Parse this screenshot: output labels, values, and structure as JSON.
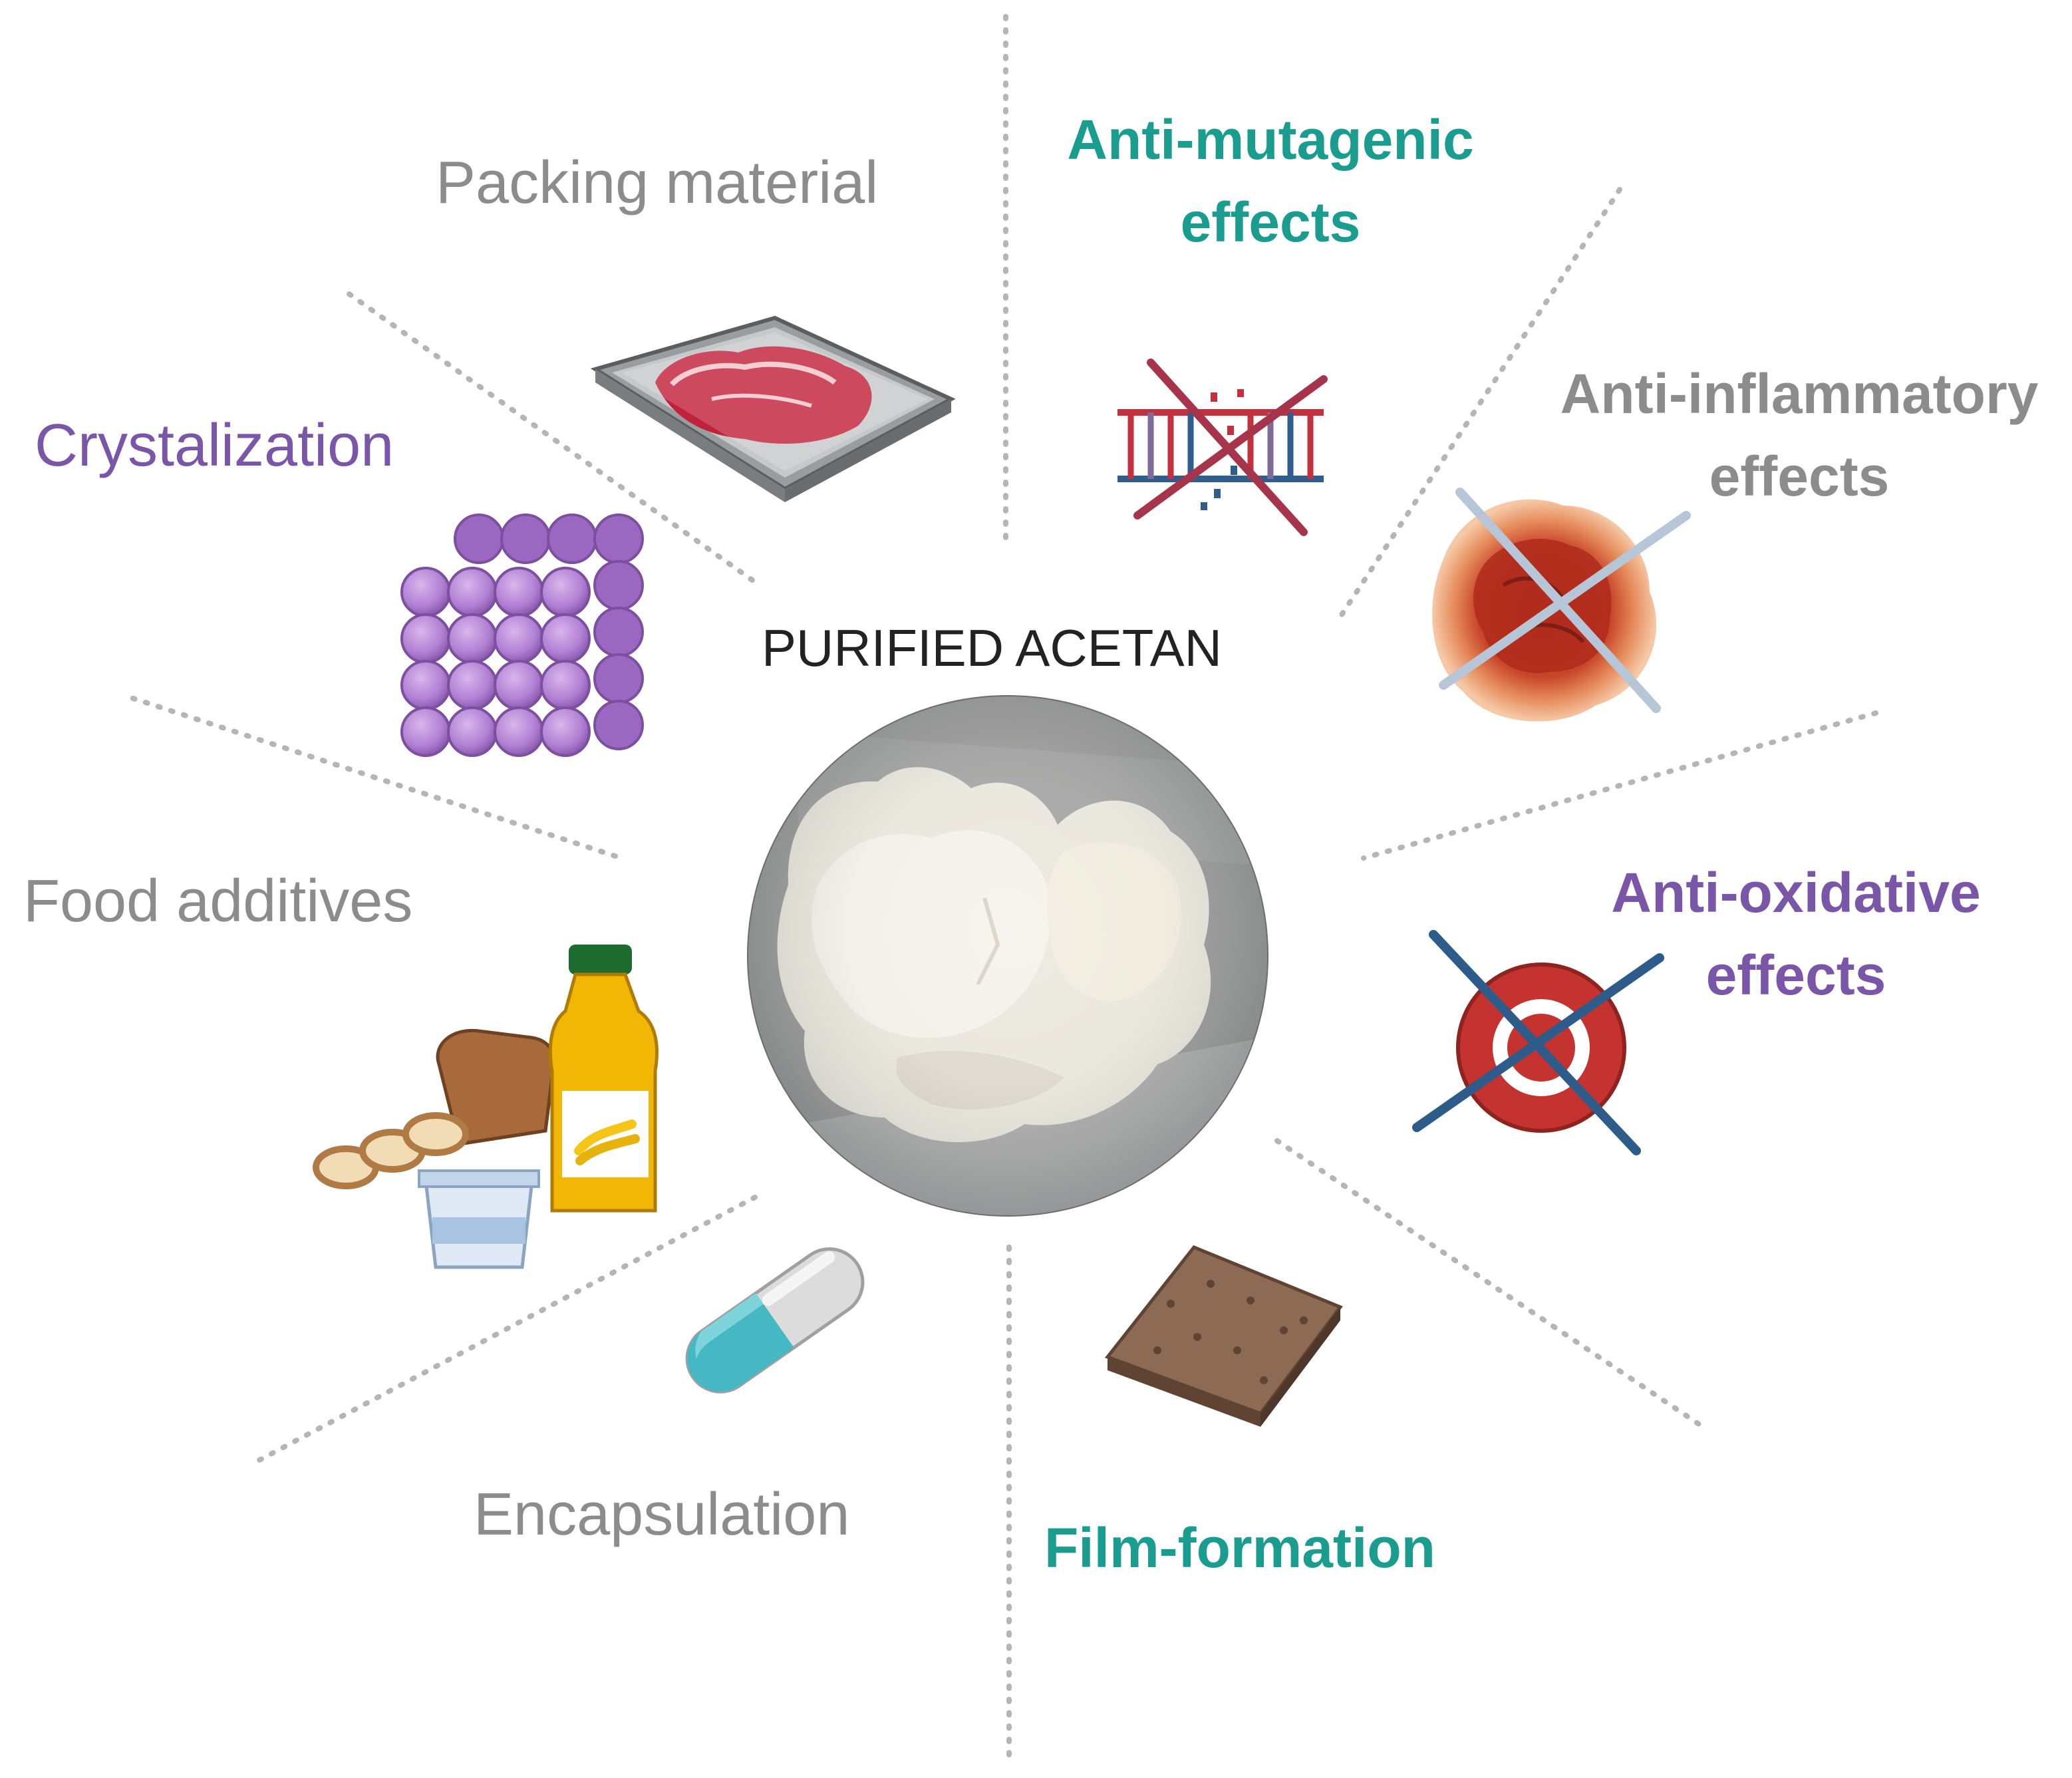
{
  "center": {
    "title": "PURIFIED ACETAN",
    "photo_icon": "acetan-photo"
  },
  "colors": {
    "teal": "#1a9c8e",
    "purple": "#7a56a8",
    "gray": "#8c8c8c",
    "divider": "#b5b5b5",
    "cross_red": "#a6344a",
    "cross_light": "#b7c6d6",
    "cross_blue": "#2d5c8a"
  },
  "applications": {
    "packing": {
      "label": "Packing material",
      "icon": "meat-tray-icon"
    },
    "crystalization": {
      "label": "Crystalization",
      "icon": "crystal-lattice-icon"
    },
    "food_additives": {
      "label": "Food additives",
      "icon": "bread-juice-yogurt-icon"
    },
    "encapsulation": {
      "label": "Encapsulation",
      "icon": "capsule-icon"
    },
    "film_formation": {
      "label": "Film-formation",
      "icon": "film-sheet-icon"
    }
  },
  "effects": {
    "anti_mutagenic": {
      "line1": "Anti-mutagenic",
      "line2": "effects",
      "icon": "crossed-dna-icon"
    },
    "anti_inflammatory": {
      "line1": "Anti-inflammatory",
      "line2": "effects",
      "icon": "crossed-inflamed-tissue-icon"
    },
    "anti_oxidative": {
      "line1": "Anti-oxidative",
      "line2": "effects",
      "icon": "crossed-oxygen-radical-icon"
    }
  }
}
